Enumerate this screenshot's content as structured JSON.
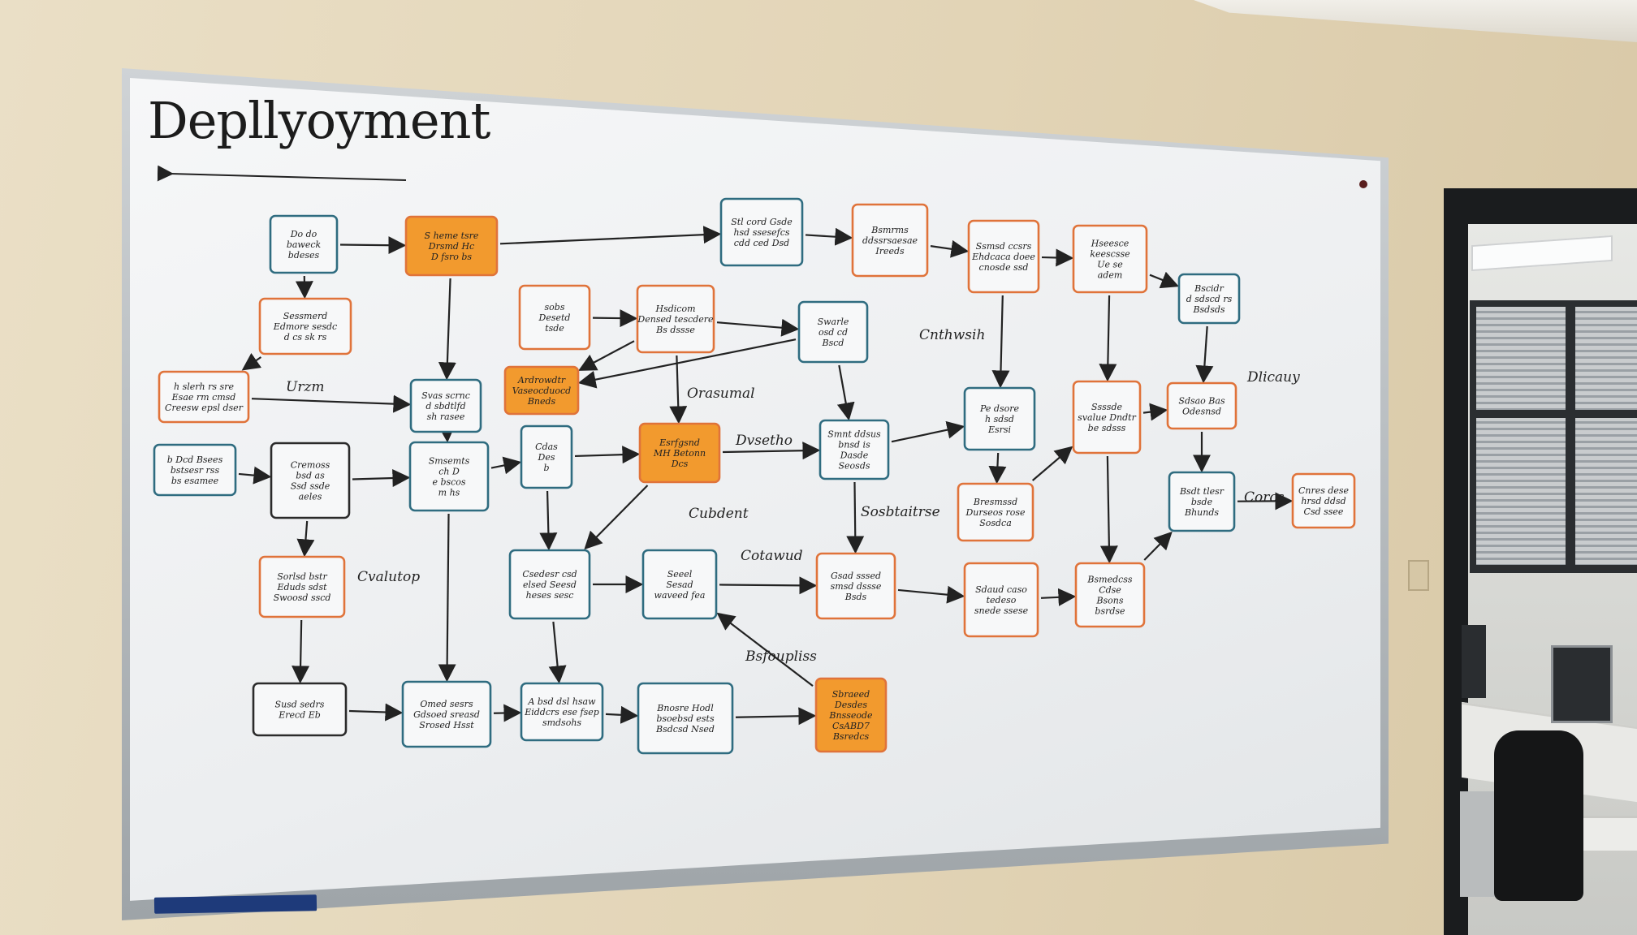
{
  "scene": {
    "description_type": "photo",
    "board_title": "Depllyoyment",
    "colors": {
      "teal_box": "#2f6c80",
      "orange_box": "#e0733a",
      "orange_fill": "#f29a2e",
      "black_box": "#2b2b2b",
      "ink": "#222222"
    }
  },
  "labels": {
    "l1": "Cnthwsih",
    "l2": "Orasumal",
    "l3": "Dvsetho",
    "l4": "Cubdent",
    "l5": "Sosbtaitrse",
    "l6": "Cvalutop",
    "l7": "Cotawud",
    "l8": "Bsfoupliss",
    "l9": "Dlicauy",
    "l10": "Corcs",
    "l11": "Urzm"
  },
  "nodes": [
    {
      "id": "n1",
      "text": "Do do\nbaweck\nbdeses"
    },
    {
      "id": "n2",
      "text": "S heme tsre\nDrsmd Hc\nD fsro bs"
    },
    {
      "id": "n3",
      "text": "Sessmerd\nEdmore sesdc\nd cs sk rs"
    },
    {
      "id": "n4",
      "text": "h slerh rs sre\nEsae rm cmsd\nCreesw epsl dser"
    },
    {
      "id": "n5",
      "text": "b Dcd Bsees\nbstsesr rss\nbs esamee"
    },
    {
      "id": "n6",
      "text": "Cremoss\nbsd as\nSsd ssde\naeles"
    },
    {
      "id": "n7",
      "text": "Svas scrnc\nd sbdtlfd\nsh rasee"
    },
    {
      "id": "n8",
      "text": "Smsemts\nch D\ne bscos\nm hs"
    },
    {
      "id": "n9",
      "text": "sobs\nDesetd\ntsde"
    },
    {
      "id": "n10",
      "text": "Hsdicom\nDensed tescdere\nBs dssse"
    },
    {
      "id": "n11",
      "text": "Ardrowdtr\nVaseocduocd\nBneds"
    },
    {
      "id": "n12",
      "text": "Cdas\nDes\nb"
    },
    {
      "id": "n13",
      "text": "Esrfgsnd\nMH Betonn\nDcs"
    },
    {
      "id": "n14",
      "text": "Stl cord Gsde\nhsd ssesefcs\ncdd ced Dsd"
    },
    {
      "id": "n15",
      "text": "Bsmrms\nddssrsaesae\nIreeds"
    },
    {
      "id": "n16",
      "text": "Swarle\nosd cd\nBscd"
    },
    {
      "id": "n17",
      "text": "Smnt ddsus\nbnsd is\nDasde\nSeosds"
    },
    {
      "id": "n18",
      "text": "Ssmsd ccsrs\nEhdcaca doee\ncnosde ssd"
    },
    {
      "id": "n19",
      "text": "Pe dsore\nh sdsd\nEsrsi"
    },
    {
      "id": "n20",
      "text": "Hseesce\nkeescsse\nUe se\nadem"
    },
    {
      "id": "n21",
      "text": "Ssssde\nsvalue Dndtr\nbe sdsss"
    },
    {
      "id": "n22",
      "text": "Bresmssd\nDurseos rose\nSosdca"
    },
    {
      "id": "n23",
      "text": "Sdsao Bas\nOdesnsd"
    },
    {
      "id": "n24",
      "text": "Bscidr\nd sdscd rs\nBsdsds"
    },
    {
      "id": "n25",
      "text": "Bsdt tlesr\nbsde\nBhunds"
    },
    {
      "id": "n26",
      "text": "Cnres dese\nhrsd ddsd\nCsd ssee"
    },
    {
      "id": "n27",
      "text": "Bsmedcss\nCdse\nBsons\nbsrdse"
    },
    {
      "id": "n28",
      "text": "Sdaud caso\ntedeso\nsnede ssese"
    },
    {
      "id": "n29",
      "text": "Gsad sssed\nsmsd dssse\nBsds"
    },
    {
      "id": "n30",
      "text": "Seeel\nSesad\nwaveed fea"
    },
    {
      "id": "n31",
      "text": "Csedesr csd\nelsed Seesd\nheses sesc"
    },
    {
      "id": "n32",
      "text": "Sorlsd bstr\nEduds sdst\nSwoosd sscd"
    },
    {
      "id": "n33",
      "text": "Susd sedrs\nErecd Eb"
    },
    {
      "id": "n34",
      "text": "Omed sesrs\nGdsoed sreasd\nSrosed Hsst"
    },
    {
      "id": "n35",
      "text": "Sbraeed\nDesdes\nBnsseode\nCsABD7\nBsredcs"
    },
    {
      "id": "n36",
      "text": "A bsd dsl hsaw\nEiddcrs ese fsep\nsmdsohs"
    },
    {
      "id": "n37",
      "text": "Bnosre Hodl\nbsoebsd ests\nBsdcsd Nsed"
    }
  ]
}
